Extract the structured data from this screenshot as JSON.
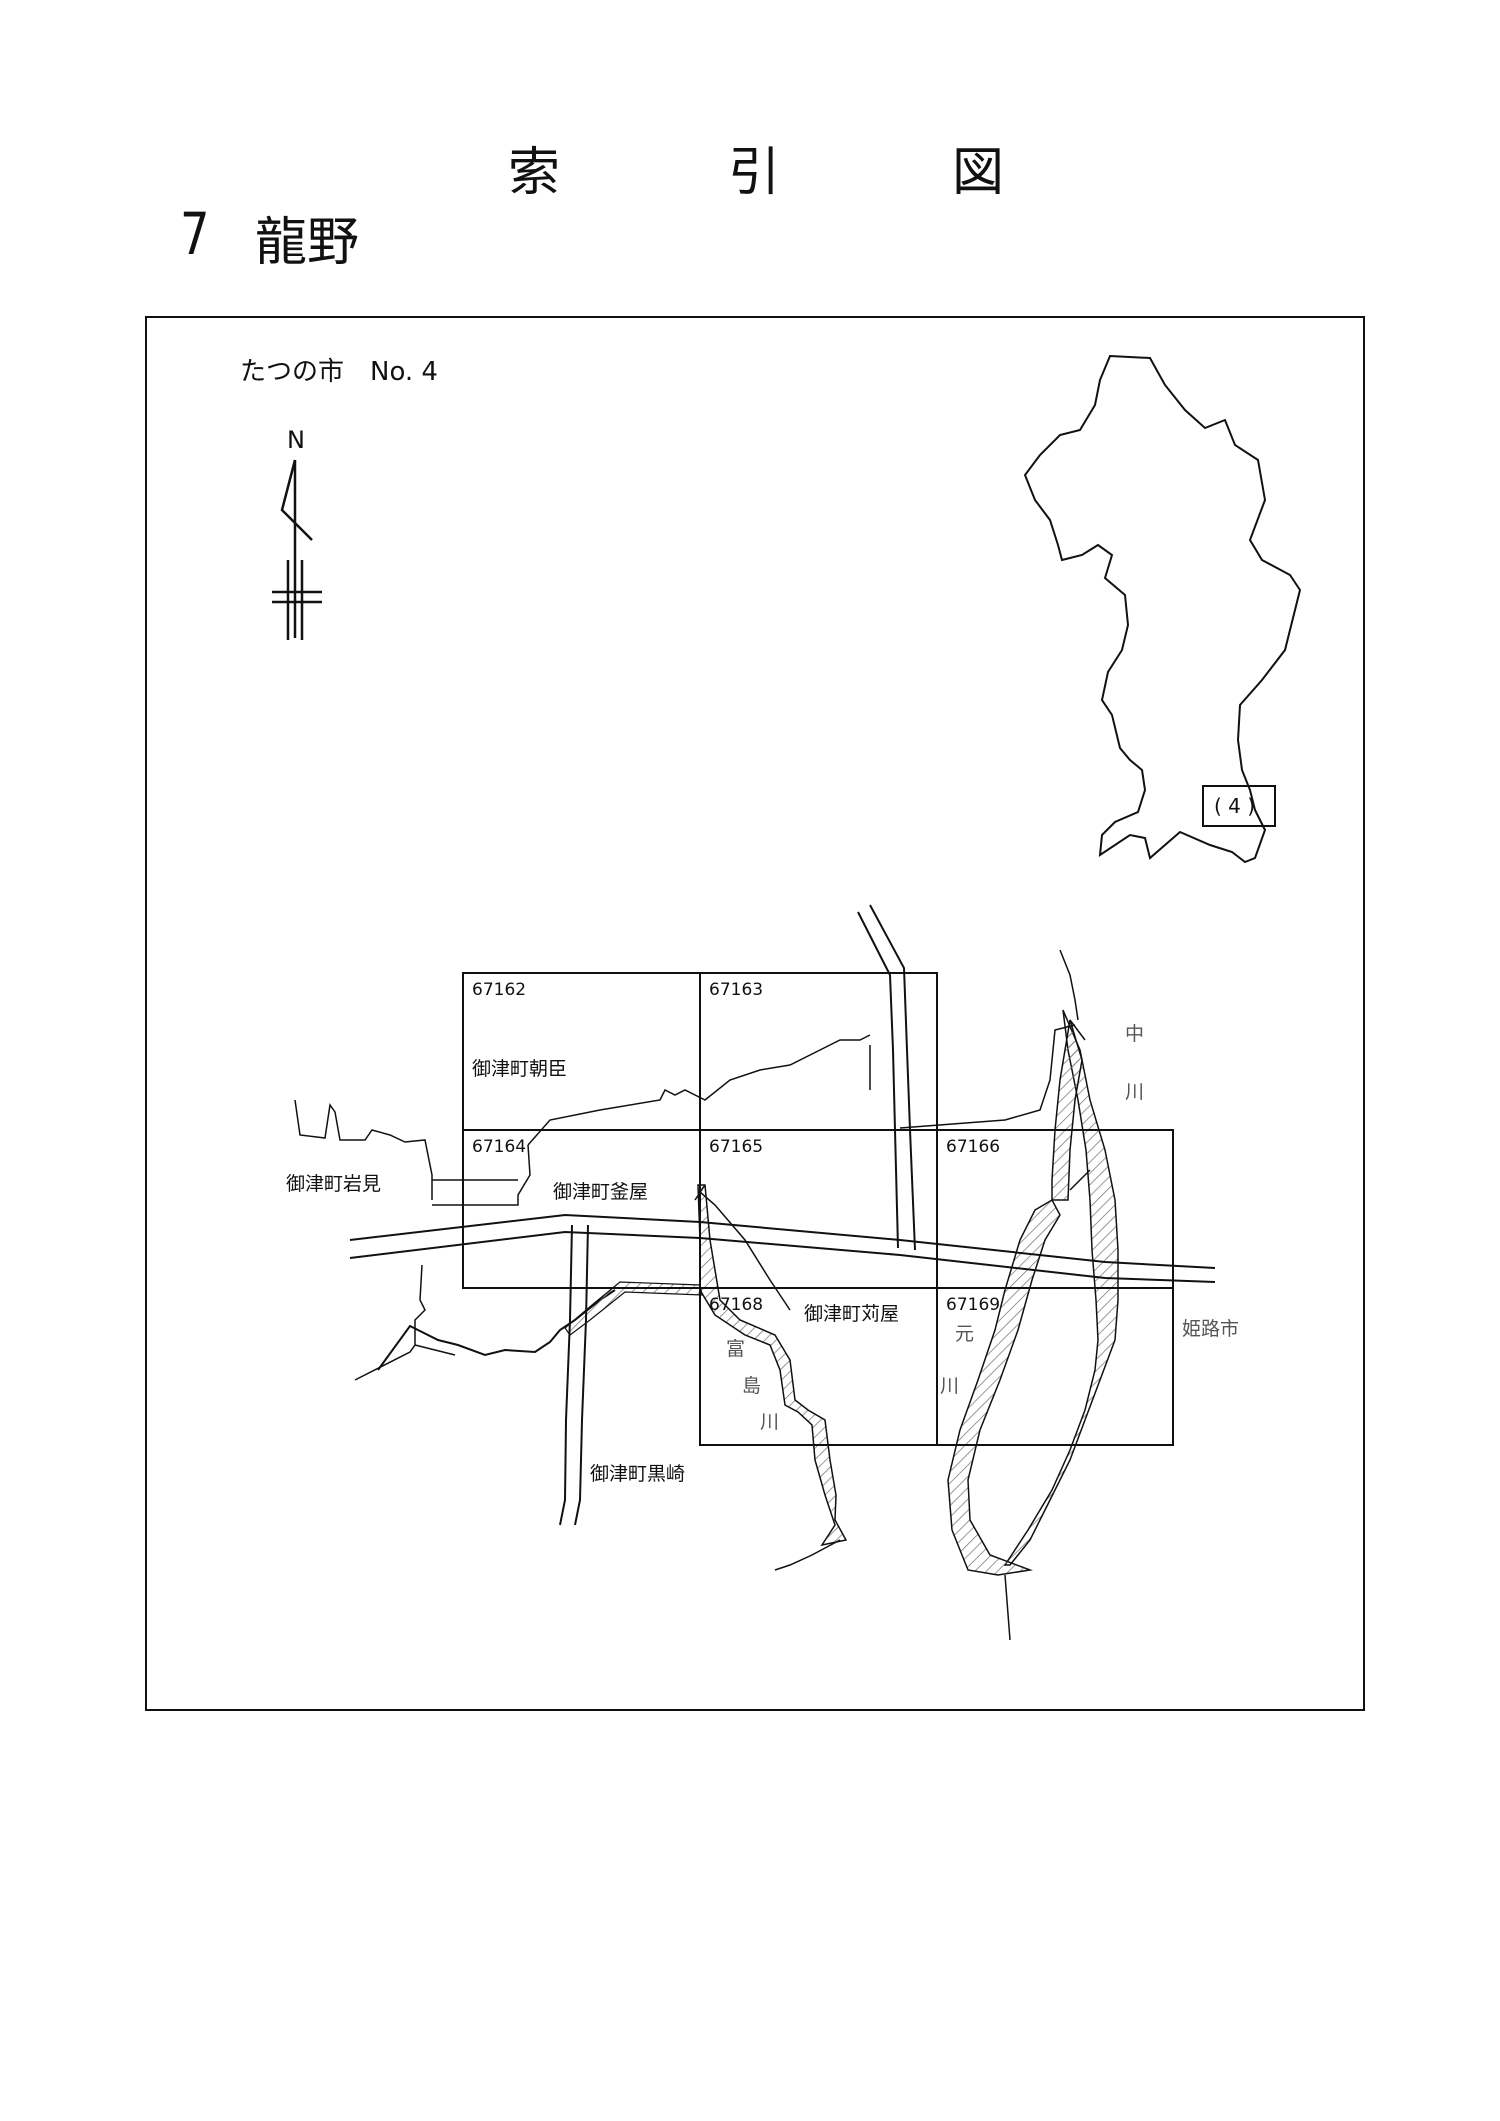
{
  "header": {
    "title_chars": [
      "索",
      "引",
      "図"
    ],
    "section_number": "7",
    "section_name": "龍野"
  },
  "map": {
    "sheet_label": "たつの市　No. 4",
    "north_label": "N",
    "inset_label": "( 4 )",
    "sheets": [
      {
        "id": "67162",
        "area": "御津町朝臣"
      },
      {
        "id": "67163",
        "area": ""
      },
      {
        "id": "67164",
        "area": "御津町釜屋"
      },
      {
        "id": "67165",
        "area": ""
      },
      {
        "id": "67166",
        "area": ""
      },
      {
        "id": "67168",
        "area": "御津町苅屋"
      },
      {
        "id": "67169",
        "area": ""
      }
    ],
    "place_labels": {
      "iwami": "御津町岩見",
      "kurosaki": "御津町黒崎",
      "himeji": "姫路市"
    },
    "rivers": {
      "nakagawa": [
        "中",
        "川"
      ],
      "tomishimagawa": [
        "富",
        "島",
        "川"
      ],
      "motokawa": [
        "元",
        "川"
      ]
    }
  },
  "colors": {
    "line": "#111111",
    "river_hatch": "#777777"
  }
}
